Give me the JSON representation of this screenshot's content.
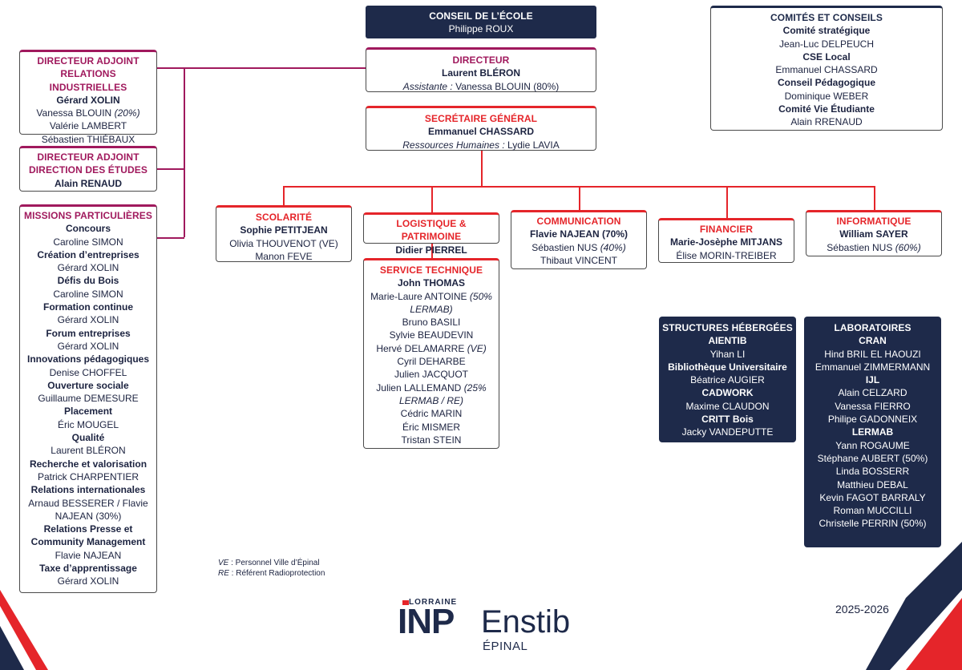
{
  "conseil": {
    "title": "CONSEIL DE L’ÉCOLE",
    "name": "Philippe ROUX"
  },
  "comites": {
    "title": "COMITÉS ET CONSEILS",
    "items": [
      {
        "label": "Comité stratégique",
        "name": "Jean-Luc DELPEUCH"
      },
      {
        "label": "CSE Local",
        "name": "Emmanuel CHASSARD"
      },
      {
        "label": "Conseil Pédagogique",
        "name": "Dominique WEBER"
      },
      {
        "label": "Comité Vie Étudiante",
        "name": "Alain RRENAUD"
      }
    ]
  },
  "directeur": {
    "title": "DIRECTEUR",
    "name": "Laurent BLÉRON",
    "assistant_label": "Assistante :",
    "assistant_name": "Vanessa BLOUIN (80%)"
  },
  "secretaire": {
    "title": "SECRÉTAIRE GÉNÉRAL",
    "name": "Emmanuel CHASSARD",
    "rh_label": "Ressources Humaines :",
    "rh_name": "Lydie LAVIA"
  },
  "adj_ri": {
    "title1": "DIRECTEUR ADJOINT",
    "title2": "RELATIONS INDUSTRIELLES",
    "head": "Gérard XOLIN",
    "m1": "Vanessa BLOUIN",
    "m1_pct": "(20%)",
    "m2": "Valérie LAMBERT",
    "m3": "Sébastien THIÉBAUX"
  },
  "adj_de": {
    "title1": "DIRECTEUR ADJOINT",
    "title2": "DIRECTION DES ÉTUDES",
    "head": "Alain RENAUD"
  },
  "missions": {
    "title": "MISSIONS PARTICULIÈRES",
    "items": [
      {
        "label": "Concours",
        "name": "Caroline SIMON"
      },
      {
        "label": "Création d’entreprises",
        "name": "Gérard XOLIN"
      },
      {
        "label": "Défis du Bois",
        "name": "Caroline SIMON"
      },
      {
        "label": "Formation continue",
        "name": "Gérard XOLIN"
      },
      {
        "label": "Forum entreprises",
        "name": "Gérard XOLIN"
      },
      {
        "label": "Innovations pédagogiques",
        "name": "Denise CHOFFEL"
      },
      {
        "label": "Ouverture sociale",
        "name": "Guillaume DEMESURE"
      },
      {
        "label": "Placement",
        "name": "Éric MOUGEL"
      },
      {
        "label": "Qualité",
        "name": "Laurent BLÉRON"
      },
      {
        "label": "Recherche et valorisation",
        "name": "Patrick CHARPENTIER"
      },
      {
        "label": "Relations internationales",
        "name": "Arnaud BESSERER / Flavie NAJEAN (30%)"
      },
      {
        "label": "Relations Presse et Community Management",
        "name": "Flavie NAJEAN"
      },
      {
        "label": "Taxe d’apprentissage",
        "name": "Gérard XOLIN"
      }
    ]
  },
  "scolarite": {
    "title": "SCOLARITÉ",
    "head": "Sophie PETITJEAN",
    "m1": "Olivia THOUVENOT (VE)",
    "m2": "Manon FEVE"
  },
  "logistique": {
    "title": "LOGISTIQUE & PATRIMOINE",
    "head": "Didier PIERREL"
  },
  "technique": {
    "title": "SERVICE TECHNIQUE",
    "head": "John THOMAS",
    "members": [
      {
        "name": "Marie-Laure ANTOINE",
        "note": "(50%"
      },
      {
        "name": "",
        "note": "LERMAB)"
      },
      {
        "name": "Bruno BASILI",
        "note": ""
      },
      {
        "name": "Sylvie BEAUDEVIN",
        "note": ""
      },
      {
        "name": "Hervé DELAMARRE",
        "note": "(VE)"
      },
      {
        "name": "Cyril DEHARBE",
        "note": ""
      },
      {
        "name": "Julien JACQUOT",
        "note": ""
      },
      {
        "name": "Julien LALLEMAND",
        "note": "(25%"
      },
      {
        "name": "",
        "note": "LERMAB / RE)"
      },
      {
        "name": "Cédric MARIN",
        "note": ""
      },
      {
        "name": "Éric MISMER",
        "note": ""
      },
      {
        "name": "Tristan STEIN",
        "note": ""
      }
    ]
  },
  "communication": {
    "title": "COMMUNICATION",
    "head": "Flavie NAJEAN (70%)",
    "m1": "Sébastien NUS",
    "m1_pct": "(40%)",
    "m2": "Thibaut VINCENT"
  },
  "financier": {
    "title": "FINANCIER",
    "head": "Marie-Josèphe MITJANS",
    "m1": "Élise MORIN-TREIBER"
  },
  "informatique": {
    "title": "INFORMATIQUE",
    "head": "William SAYER",
    "m1": "Sébastien NUS",
    "m1_pct": "(60%)"
  },
  "structures": {
    "title": "STRUCTURES HÉBERGÉES",
    "items": [
      {
        "label": "AIENTIB",
        "name": "Yihan LI"
      },
      {
        "label": "Bibliothèque Universitaire",
        "name": "Béatrice AUGIER"
      },
      {
        "label": "CADWORK",
        "name": "Maxime CLAUDON"
      },
      {
        "label": "CRITT Bois",
        "name": "Jacky VANDEPUTTE"
      }
    ]
  },
  "laboratoires": {
    "title": "LABORATOIRES",
    "groups": [
      {
        "label": "CRAN",
        "names": [
          "Hind BRIL EL HAOUZI",
          "Emmanuel ZIMMERMANN"
        ]
      },
      {
        "label": "IJL",
        "names": [
          "Alain CELZARD",
          "Vanessa FIERRO",
          "Philipe GADONNEIX"
        ]
      },
      {
        "label": "LERMAB",
        "names": [
          "Yann ROGAUME",
          "Stéphane AUBERT (50%)",
          "Linda BOSSERR",
          "Matthieu DEBAL",
          "Kevin FAGOT BARRALY",
          "Roman MUCCILLI",
          "Christelle PERRIN (50%)"
        ]
      }
    ]
  },
  "legend": {
    "ve_key": "VE",
    "ve_text": " : Personnel Ville d’Épinal",
    "re_key": "RE",
    "re_text": " : Référent Radioprotection"
  },
  "logo": {
    "top": "LORRAINE",
    "inp": "INP",
    "name": "Enstib",
    "city": "ÉPINAL"
  },
  "year": "2025-2026",
  "colors": {
    "red": "#e5252a",
    "magenta": "#a0195d",
    "navy": "#1e2a4a"
  }
}
